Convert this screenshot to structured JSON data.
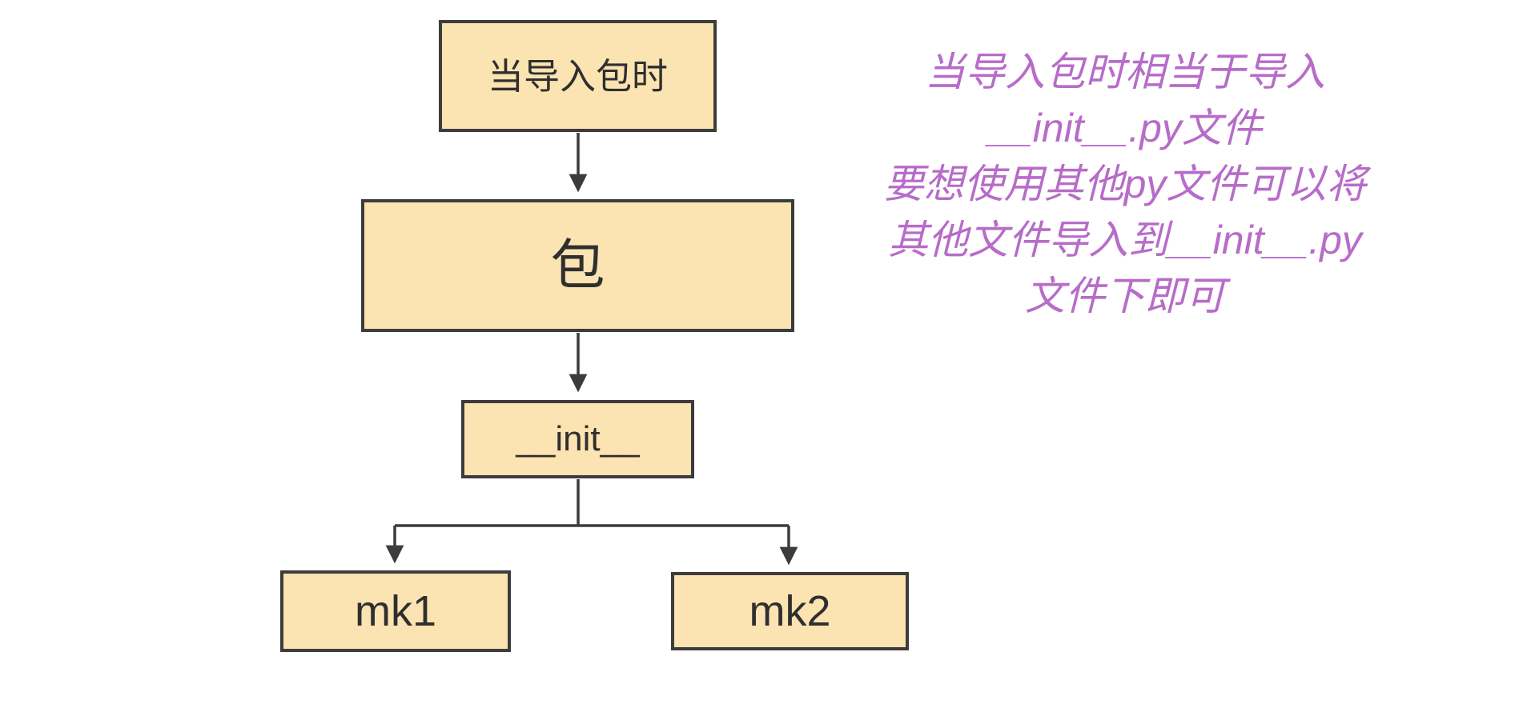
{
  "canvas": {
    "background": "#ffffff"
  },
  "diagram": {
    "colors": {
      "node_fill": "#fce3b2",
      "node_border": "#3c3c3c",
      "node_text": "#2f2f2f",
      "edge": "#3c3c3c"
    },
    "nodes": [
      {
        "id": "import-when",
        "label": "当导入包时"
      },
      {
        "id": "package",
        "label": "包"
      },
      {
        "id": "init",
        "label": "__init__"
      },
      {
        "id": "mk1",
        "label": "mk1"
      },
      {
        "id": "mk2",
        "label": "mk2"
      }
    ]
  },
  "annotation": {
    "color": "#b76cc8",
    "lines": [
      "当导入包时相当于导入",
      "__init__.py文件",
      "要想使用其他py文件可以将",
      "其他文件导入到__init__.py",
      "文件下即可"
    ]
  }
}
